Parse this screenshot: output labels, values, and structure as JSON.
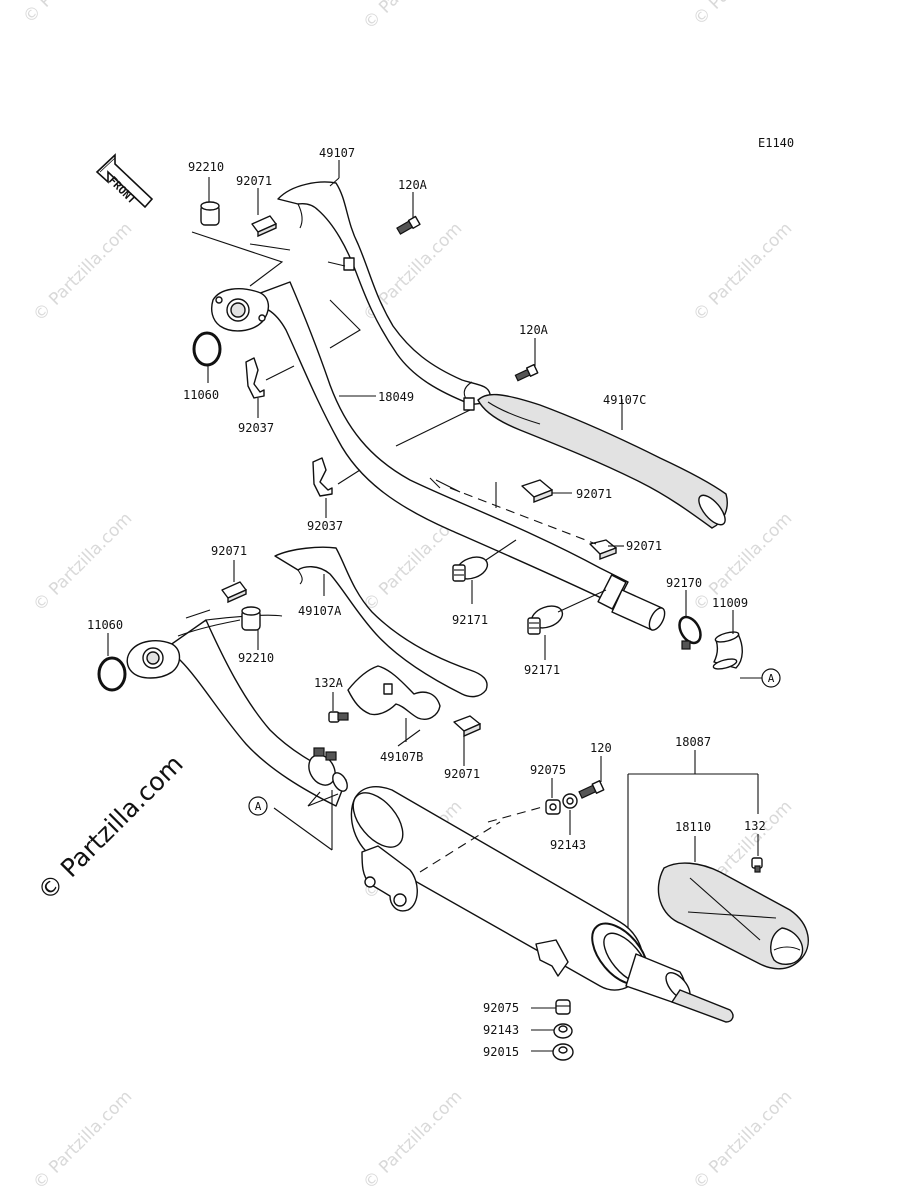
{
  "diagram_code": "E1140",
  "front_label": "FRONT",
  "watermark": "© Partzilla.com",
  "watermark_main": "© Partzilla.com",
  "ref_a": "A",
  "labels": {
    "p92210_top": "92210",
    "p92071_top": "92071",
    "p49107": "49107",
    "p120A_top": "120A",
    "p11060_top": "11060",
    "p92037_top": "92037",
    "p120A_mid": "120A",
    "p49107C": "49107C",
    "p18049": "18049",
    "p92071_r1": "92071",
    "p92037_mid": "92037",
    "p92071_r2": "92071",
    "p92071_left": "92071",
    "p92171_a": "92171",
    "p92170": "92170",
    "p11009": "11009",
    "p11060_low": "11060",
    "p49107A": "49107A",
    "p92210_low": "92210",
    "p92171_b": "92171",
    "p132A": "132A",
    "p49107B": "49107B",
    "p92071_low": "92071",
    "p120": "120",
    "p18087": "18087",
    "p92075_a": "92075",
    "p92143_a": "92143",
    "p18110": "18110",
    "p132": "132",
    "p92075_b": "92075",
    "p92143_b": "92143",
    "p92015": "92015"
  }
}
